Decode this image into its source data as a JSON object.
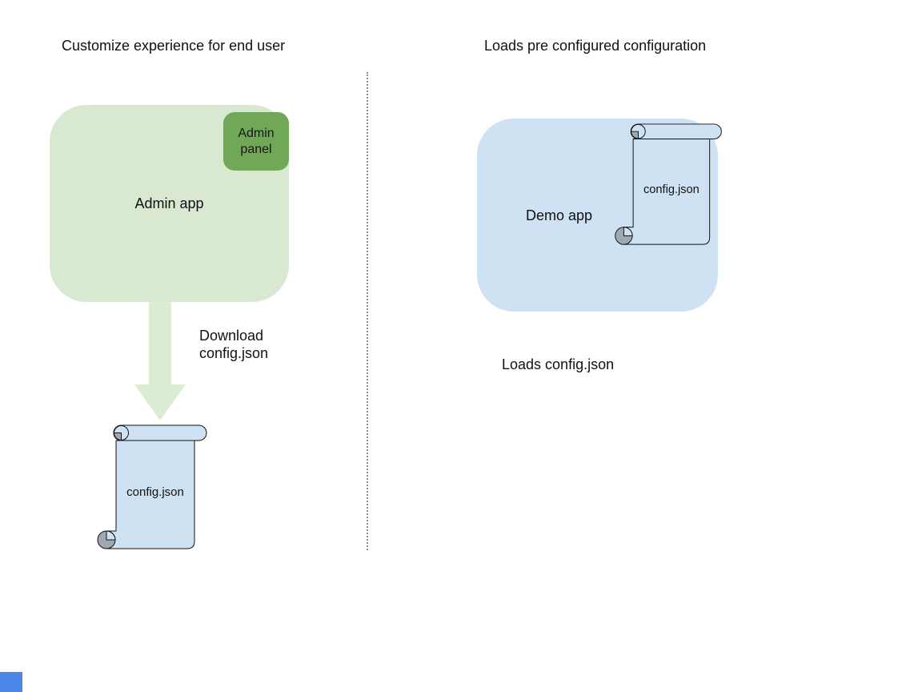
{
  "left": {
    "title": "Customize experience for end user",
    "app_label": "Admin app",
    "panel_label": "Admin panel",
    "arrow_caption": "Download\nconfig.json",
    "file_label": "config.json"
  },
  "right": {
    "title": "Loads pre configured configuration",
    "app_label": "Demo app",
    "file_label": "config.json",
    "caption": "Loads config.json"
  },
  "colors": {
    "app_green": "#d9e8d1",
    "panel_green": "#71a857",
    "arrow_green": "#dcebd4",
    "file_blue": "#cfe2f3",
    "curl_gray": "#9fa8b2",
    "divider_gray": "#8e8e8e",
    "corner_blue": "#4a86e8",
    "outline_black": "#111111"
  }
}
